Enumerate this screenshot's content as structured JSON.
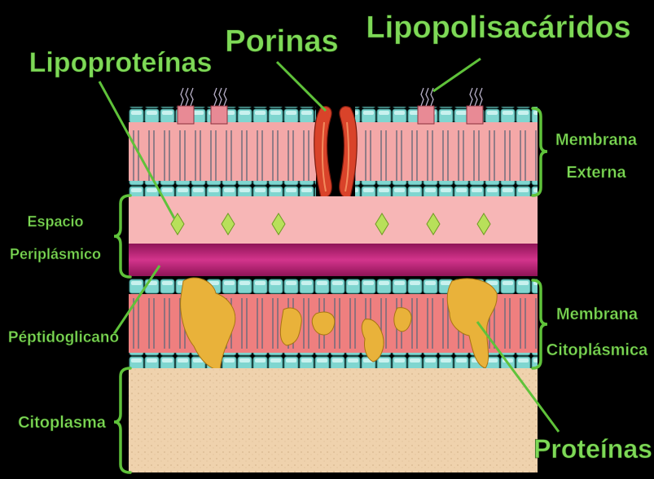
{
  "labels": {
    "porinas": "Porinas",
    "lipopolisacaridos": "Lipopolisacáridos",
    "lipoproteinas": "Lipoproteínas",
    "membrana_externa_1": "Membrana",
    "membrana_externa_2": "Externa",
    "espacio_1": "Espacio",
    "espacio_2": "Periplásmico",
    "peptidoglicano": "Péptidoglicano",
    "membrana_cito_1": "Membrana",
    "membrana_cito_2": "Citoplásmica",
    "citoplasma": "Citoplasma",
    "proteinas": "Proteínas"
  },
  "colors": {
    "background": "#000000",
    "label": "#7ed957",
    "bracket": "#5fc23a",
    "membrane_pink": "#f4a8a8",
    "head_teal": "#7fd6d0",
    "peptidoglycan": "#c0247a",
    "protein": "#e9b23a",
    "porin": "#d9432a",
    "cytoplasm": "#efd2ad"
  }
}
